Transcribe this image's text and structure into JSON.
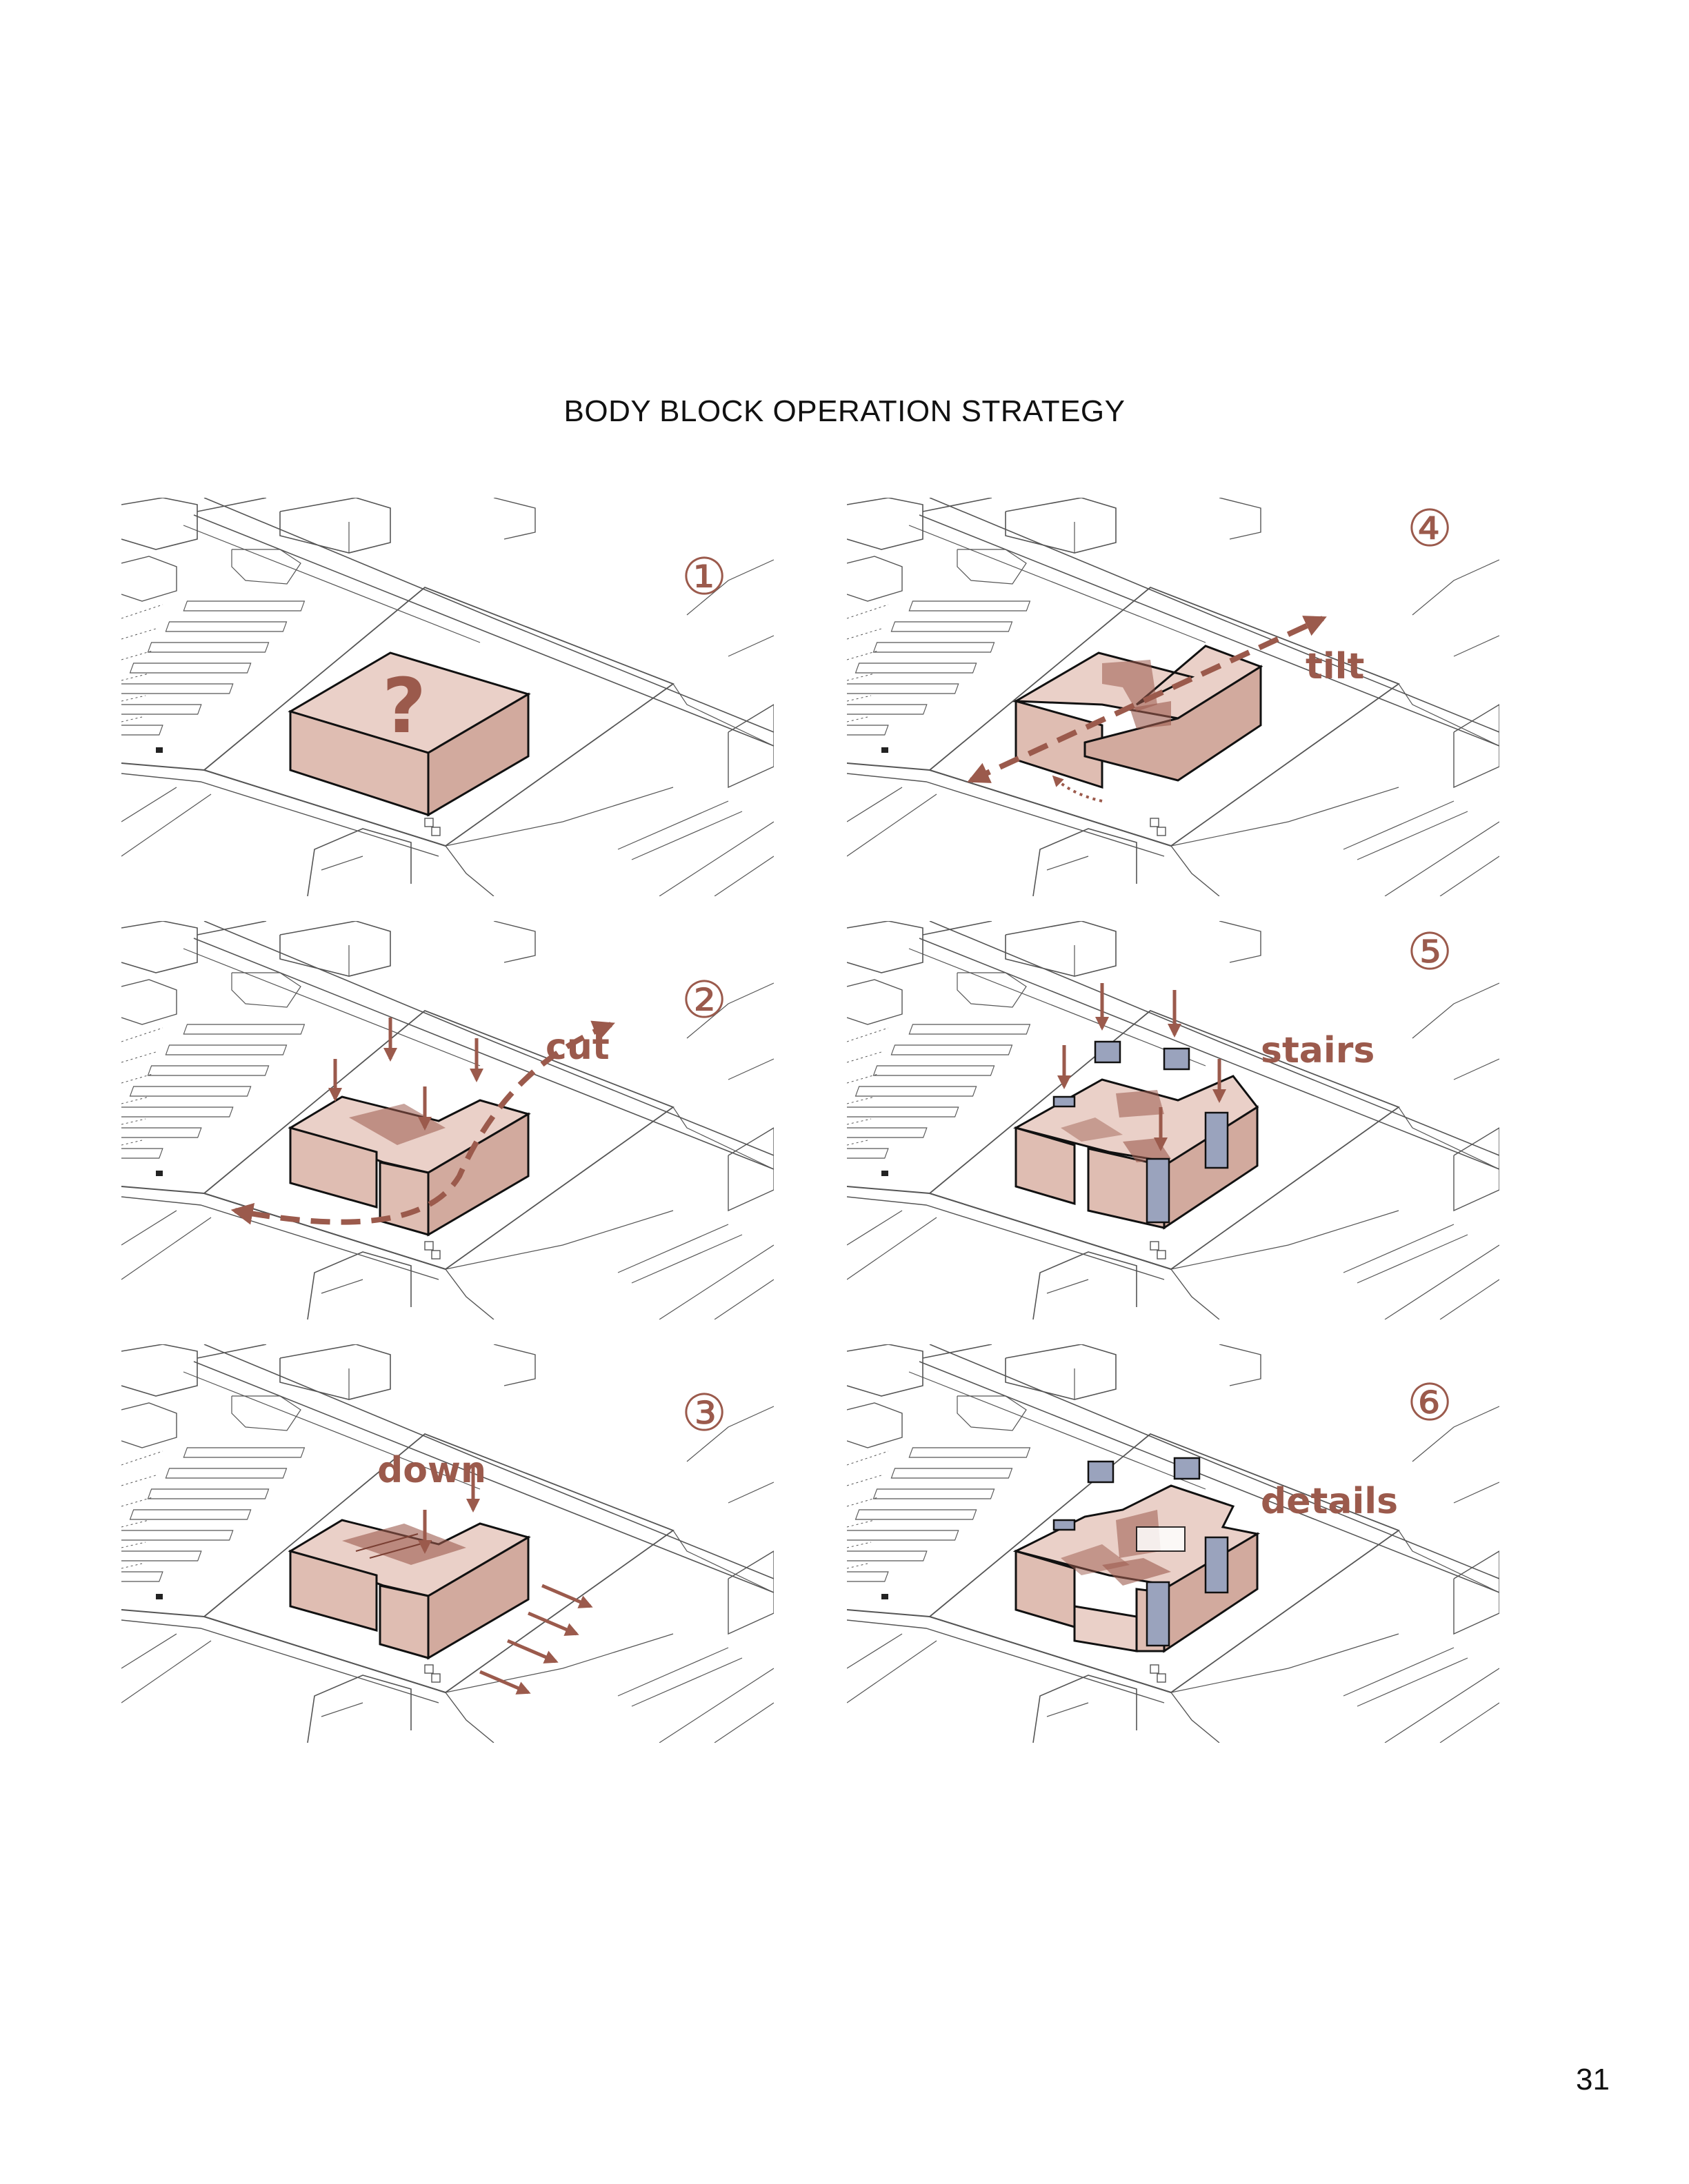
{
  "title": "BODY BLOCK OPERATION STRATEGY",
  "page_number": "31",
  "colors": {
    "mass_top": "#ead0c8",
    "mass_side": "#dfbdb2",
    "mass_side_dark": "#d2aa9e",
    "cut_shade": "#9b5a4c",
    "annotation": "#9b5a4c",
    "stair": "#9aa3bd",
    "context_line": "#555555"
  },
  "panels": [
    {
      "id": "p1",
      "step": "①",
      "label": "",
      "glyph": "?"
    },
    {
      "id": "p2",
      "step": "②",
      "label": "cut"
    },
    {
      "id": "p3",
      "step": "③",
      "label": "down"
    },
    {
      "id": "p4",
      "step": "④",
      "label": "tilt"
    },
    {
      "id": "p5",
      "step": "⑤",
      "label": "stairs"
    },
    {
      "id": "p6",
      "step": "⑥",
      "label": "details"
    }
  ]
}
